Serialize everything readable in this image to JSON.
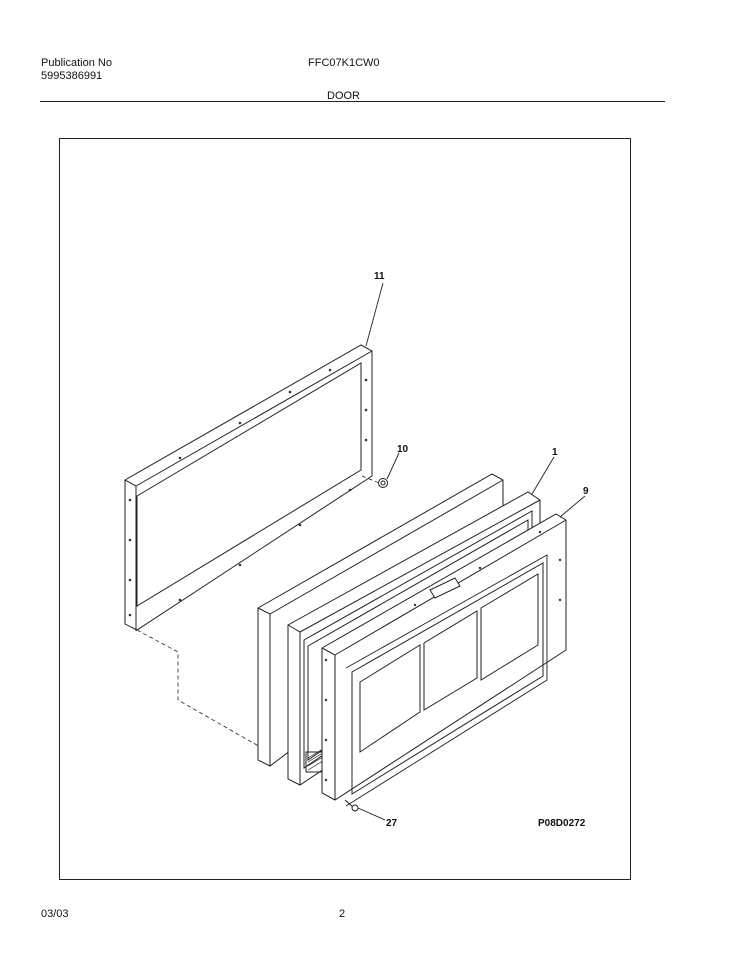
{
  "header": {
    "publication_label": "Publication No",
    "publication_number": "5995386991",
    "model": "FFC07K1CW0",
    "section_title": "DOOR"
  },
  "diagram": {
    "figure_code": "P08D0272",
    "callouts": {
      "gasket": "11",
      "plug": "10",
      "liner": "1",
      "door_panel": "9",
      "screw": "27"
    }
  },
  "footer": {
    "date": "03/03",
    "page": "2"
  }
}
